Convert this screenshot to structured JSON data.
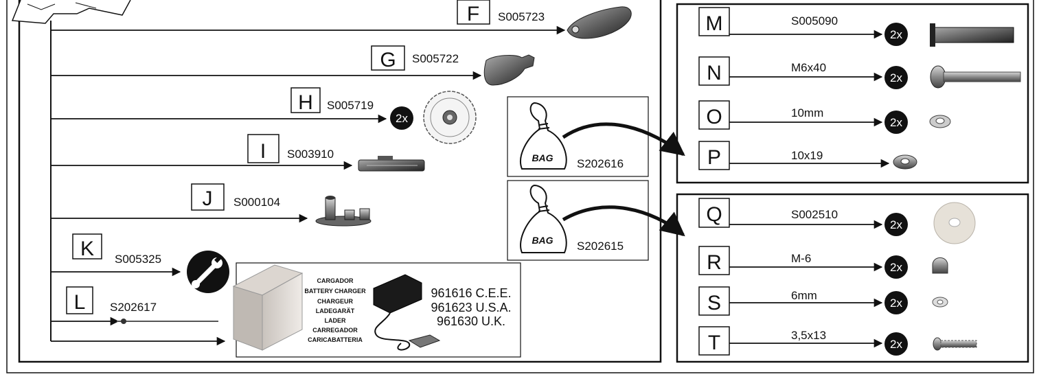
{
  "parts_left": [
    {
      "letter": "F",
      "code": "S005723",
      "qty": ""
    },
    {
      "letter": "G",
      "code": "S005722",
      "qty": ""
    },
    {
      "letter": "H",
      "code": "S005719",
      "qty": "2x"
    },
    {
      "letter": "I",
      "code": "S003910",
      "qty": ""
    },
    {
      "letter": "J",
      "code": "S000104",
      "qty": ""
    },
    {
      "letter": "K",
      "code": "S005325",
      "qty": ""
    },
    {
      "letter": "L",
      "code": "S202617",
      "qty": ""
    }
  ],
  "charger": {
    "captions": [
      "CARGADOR",
      "BATTERY CHARGER",
      "CHARGEUR",
      "LADEGARÄT",
      "LADER",
      "CARREGADOR",
      "CARICABATTERIA"
    ],
    "refs": [
      "961616 C.E.E.",
      "961623 U.S.A.",
      "961630 U.K."
    ]
  },
  "bags": [
    {
      "label": "BAG",
      "code": "S202616"
    },
    {
      "label": "BAG",
      "code": "S202615"
    }
  ],
  "bag1_parts": [
    {
      "letter": "M",
      "code": "S005090",
      "qty": "2x"
    },
    {
      "letter": "N",
      "code": "M6x40",
      "qty": "2x"
    },
    {
      "letter": "O",
      "code": "10mm",
      "qty": "2x"
    },
    {
      "letter": "P",
      "code": "10x19",
      "qty": ""
    }
  ],
  "bag2_parts": [
    {
      "letter": "Q",
      "code": "S002510",
      "qty": "2x"
    },
    {
      "letter": "R",
      "code": "M-6",
      "qty": "2x"
    },
    {
      "letter": "S",
      "code": "6mm",
      "qty": "2x"
    },
    {
      "letter": "T",
      "code": "3,5x13",
      "qty": "2x"
    }
  ]
}
